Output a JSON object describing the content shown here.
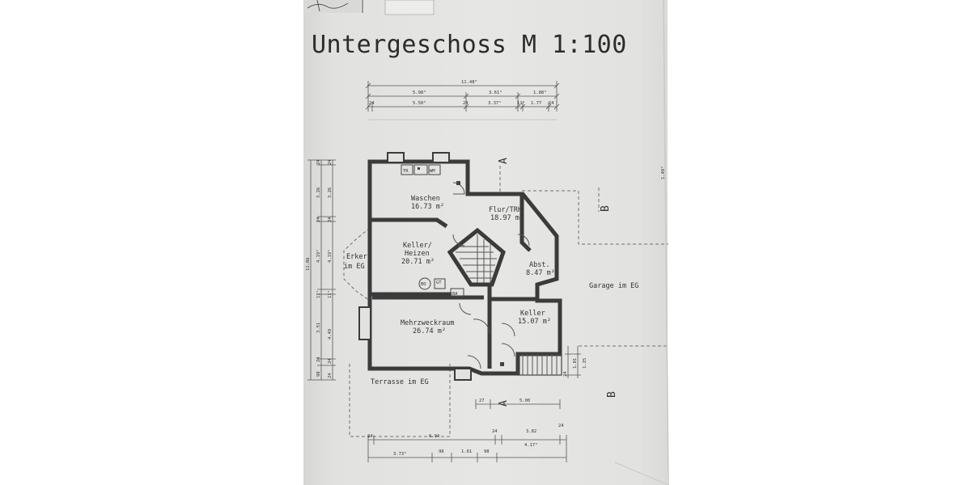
{
  "title": "Untergeschoss M 1:100",
  "rooms": {
    "waschen": {
      "name": "Waschen",
      "area": "16.73 m²"
    },
    "flur": {
      "name": "Flur/TRH",
      "area": "18.97 m²"
    },
    "keller_heizen": {
      "name1": "Keller/",
      "name2": "Heizen",
      "area": "20.71 m²"
    },
    "abst": {
      "name": "Abst.",
      "area": "8.47 m²"
    },
    "mehrzweck": {
      "name": "Mehrzweckraum",
      "area": "26.74 m²"
    },
    "keller": {
      "name": "Keller",
      "area": "15.07 m²"
    }
  },
  "outside": {
    "erker1": "Erker",
    "erker2": "im EG",
    "garage": "Garage im EG",
    "terrasse": "Terrasse im EG"
  },
  "fixtures": {
    "tr": "TR",
    "wm": "WM",
    "bo": "BO",
    "gt": "GT",
    "ba": "BA"
  },
  "sections": {
    "a_top": "A",
    "a_bottom": "A",
    "b_top": "B",
    "b_bottom": "B"
  },
  "dims_top": {
    "total": "11.48⁵",
    "row2": [
      "5.98⁵",
      "3.61⁵",
      "1.88⁵"
    ],
    "row3": [
      "24",
      "5.50⁵",
      "24",
      "3.37⁵",
      "11⁵",
      "1.77",
      "24"
    ]
  },
  "dims_bottom": {
    "mid": [
      "27",
      "5.00"
    ],
    "row1": [
      "24",
      "6.94",
      "24",
      "3.82",
      "24"
    ],
    "row2": [
      "3.73⁵",
      "98",
      "1.61",
      "98",
      "4.17⁵"
    ]
  },
  "dims_left": {
    "total": "11.86",
    "col_a": [
      "24",
      "3.26",
      "24",
      "4.19⁵",
      "11⁵",
      "3.51",
      "24",
      "98"
    ],
    "col_b": [
      "24",
      "3.26",
      "24",
      "4.19⁵",
      "11⁵",
      "4.49",
      "24",
      "24"
    ]
  },
  "dims_right": {
    "stair": [
      "24",
      "1.01",
      "1.25"
    ],
    "edge": "1.49⁵"
  },
  "colors": {
    "paper": "#e4e4e2",
    "wall": "#3b3b3b",
    "ink": "#333333"
  }
}
